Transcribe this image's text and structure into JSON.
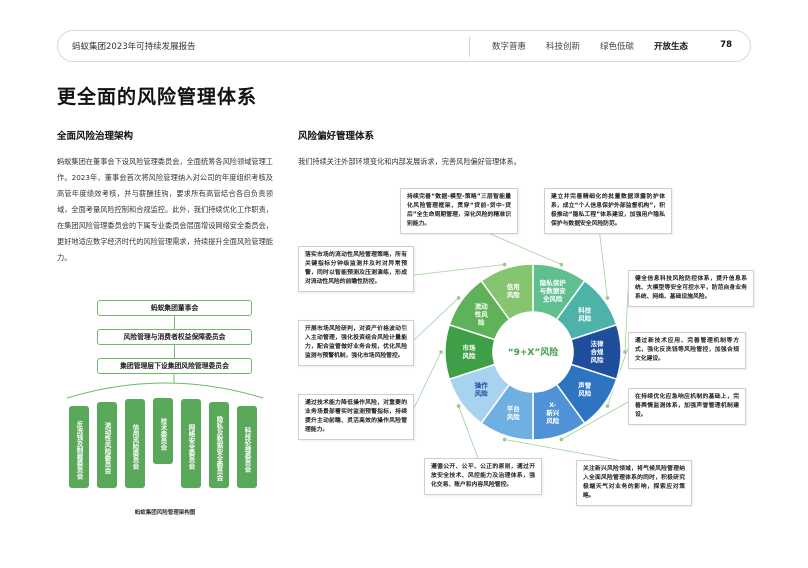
{
  "header": {
    "title": "蚂蚁集团2023年可持续发展报告",
    "nav": [
      "数字普惠",
      "科技创新",
      "绿色低碳",
      "开放生态"
    ],
    "active_nav": "开放生态",
    "page_number": "78"
  },
  "main_title": "更全面的风险管理体系",
  "left": {
    "section_title": "全面风险治理架构",
    "paragraph": "蚂蚁集团在董事会下设风险管理委员会，全面统筹各风险领域管理工作。2023年，董事会首次将风险管理纳入对公司的年度组织考核及高管年度绩效考核，并与薪酬挂钩，要求所有高管结合各自负责领域，全面考量风险控制和合规监控。此外，我们持续优化工作职责，在集团风险管理委员会的下属专业委员会层面增设网络安全委员会，更好地适应数字经济时代的风险管理需求，持续提升全面风险管理能力。",
    "org": {
      "level1": "蚂蚁集团董事会",
      "level2": "风险管理与消费者权益保障委员会",
      "level3": "集团管理层下设集团风险管理委员会",
      "committees": [
        "反洗钱及制裁委员会",
        "流动性风险委员会",
        "信用风险委员会",
        "技术委员会",
        "网络安全委员会",
        "隐私及数据安全委员会",
        "科技伦理委员会"
      ],
      "caption": "蚂蚁集团风险管理架构图"
    }
  },
  "right": {
    "section_title": "风险偏好管理体系",
    "intro": "我们持续关注外部环境变化和内部发展诉求，完善风险偏好管理体系。",
    "center_label": "“9+X”风险",
    "segments": [
      {
        "label": "隐私保护与数据安全风险",
        "color": "#5fbf8f"
      },
      {
        "label": "科技风险",
        "color": "#4db3a8"
      },
      {
        "label": "法律合规风险",
        "color": "#1f4e9c"
      },
      {
        "label": "声誉风险",
        "color": "#2f74c0"
      },
      {
        "label": "X-新兴风险",
        "color": "#4f93d6"
      },
      {
        "label": "平台风险",
        "color": "#6fb0e3"
      },
      {
        "label": "操作风险",
        "color": "#a7d3f0"
      },
      {
        "label": "市场风险",
        "color": "#3f9f48"
      },
      {
        "label": "流动性风险",
        "color": "#5fb25a"
      },
      {
        "label": "信用风险",
        "color": "#86c56f"
      }
    ],
    "notes": {
      "credit": "持续完善“数据-模型-策略”三层智能量化风险管理框架，贯穿“贷前-贷中-贷后”全生命周期管理，深化风险的精准识别能力。",
      "privacy": "建立并完善精细化的批量数据泄露防护体系，成立“个人信息保护外部监督机构”，积极推动“隐私工程”体系建设，加强用户隐私保护与数据安全风险防范。",
      "tech": "健全信息科技风险防控体系，提升信息系统、大模型等安全可控水平，防范自身业务系统、网络、基础设施风险。",
      "legal": "通过新技术应用、完善管理机制等方式，强化反洗钱等风险管控，加强合规文化建设。",
      "reputation": "在持续优化应急响应机制的基础上，完善舆情监测体系，加强声誉管理机制建设。",
      "emerging": "关注新兴风险领域，将气候风险管理纳入全面风险管理体系的同时，积极研究极端天气对业务的影响，探索应对策略。",
      "platform": "遵循公开、公平、公正的原则，通过开放安全技术、风控能力及治理体系，强化交易、账户和内容风险管控。",
      "operational": "通过技术能力降低操作风险，对重要的业务场景部署实时监测预警指标，持续提升主动前瞻、灵活高效的操作风险管理能力。",
      "market": "开展市场风险研判，对资产价格波动引入主动管理，强化投资组合风险计量能力，配合监管做好业务合规，优化风险监测与预警机制，强化市场风险管控。",
      "liquidity": "落实市场的流动性风险管理策略，所有关键指标分钟级监测并及时对异常预警，同时以智能预测及压测演练，形成对流动性风险的前瞻性防控。"
    }
  }
}
